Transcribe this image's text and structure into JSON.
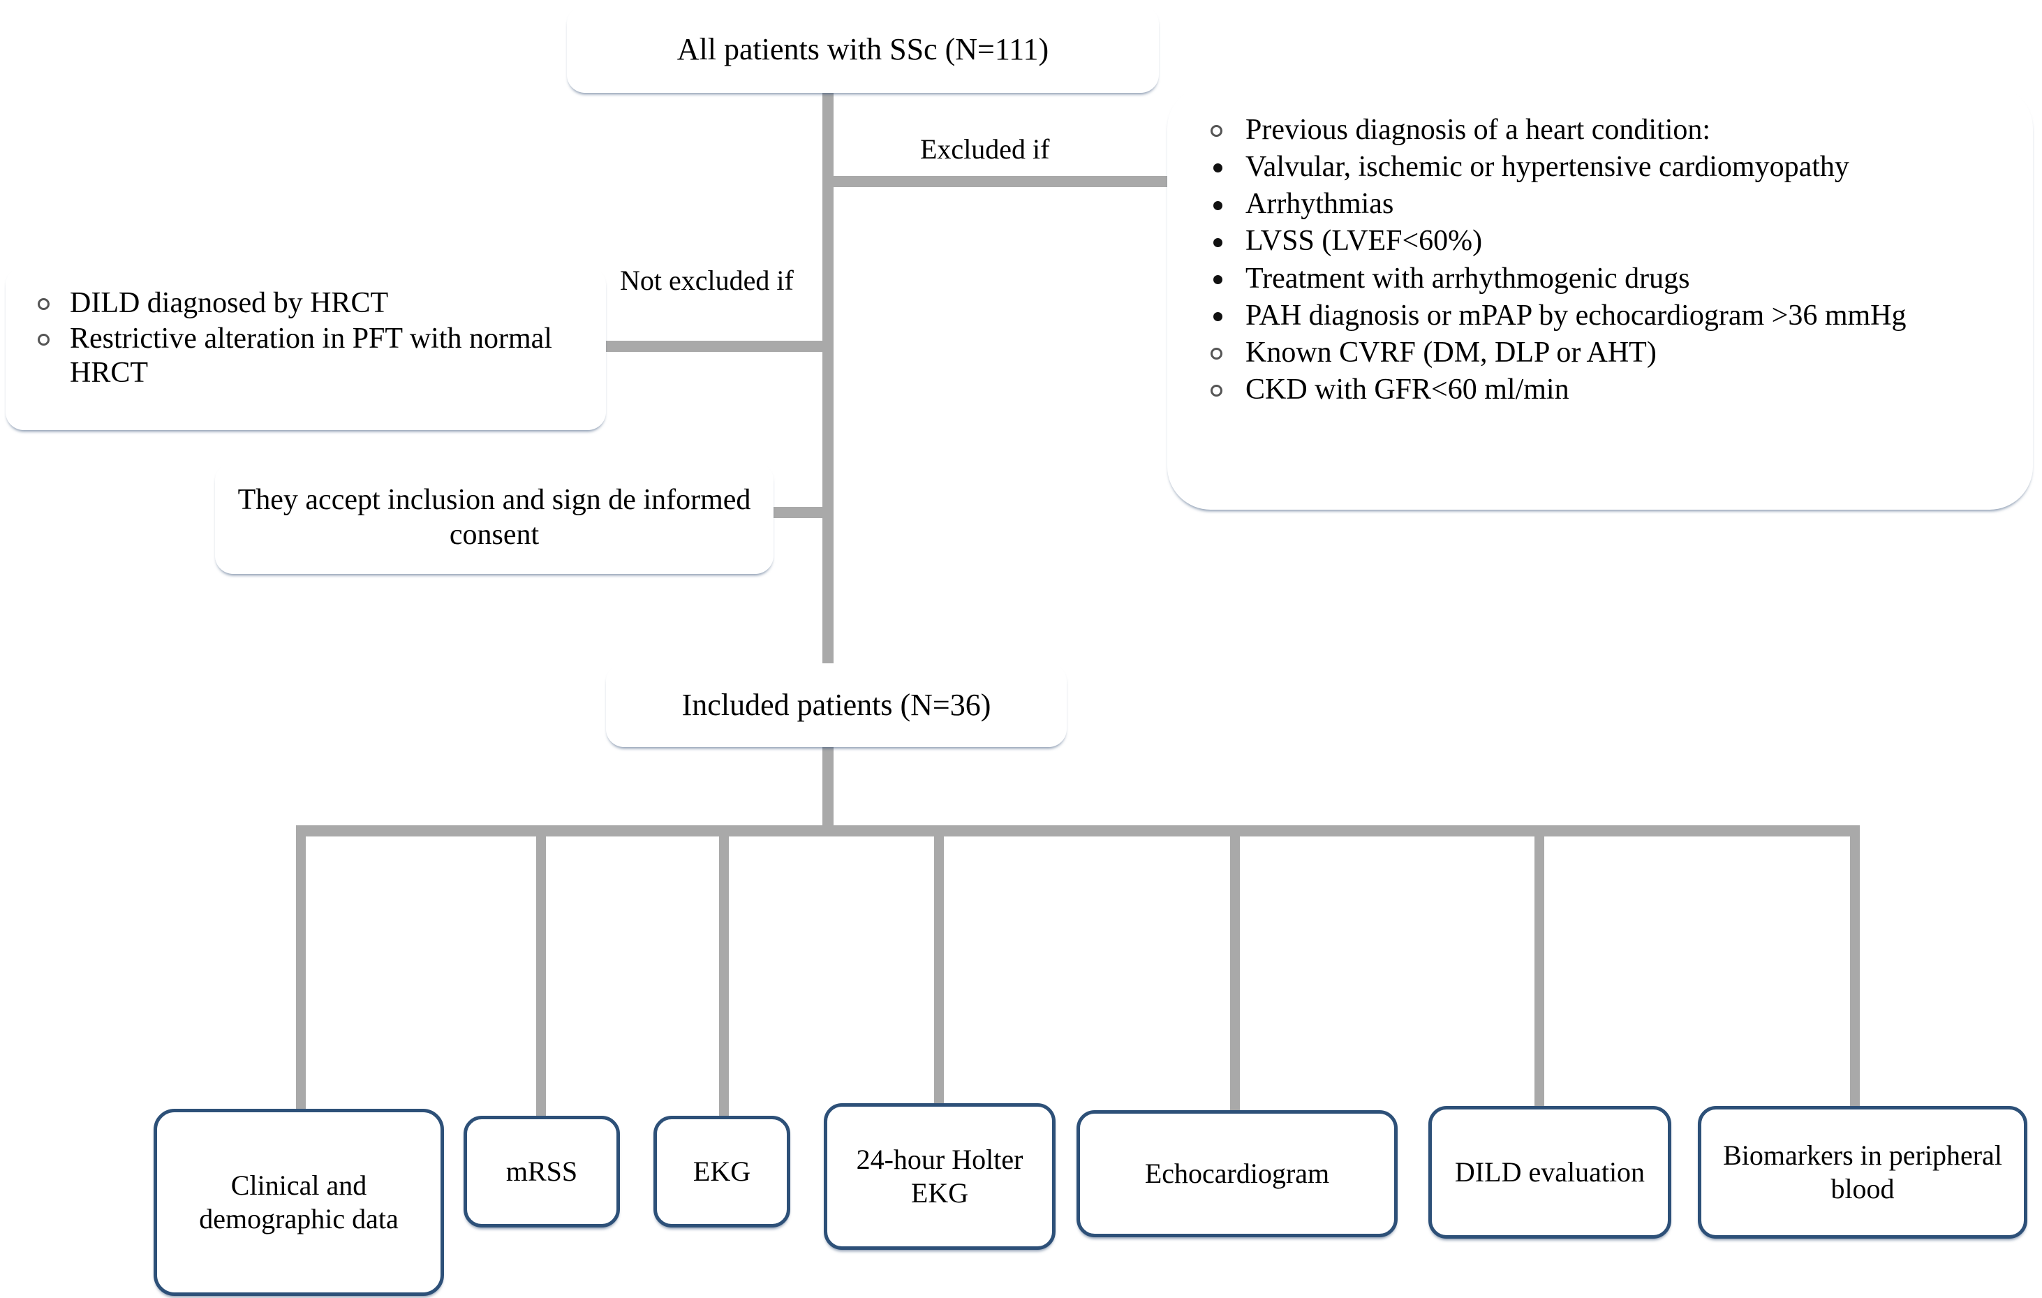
{
  "diagram": {
    "title": "SSc patient selection flowchart",
    "colors": {
      "box_border": "#2d5078",
      "connector": "#a9a9a9",
      "background": "#ffffff",
      "text": "#000000"
    }
  },
  "nodes": {
    "all_patients": {
      "label": "All patients with SSc (N=111)"
    },
    "included_patients": {
      "label": "Included patients (N=36)"
    },
    "consent": {
      "label": "They accept inclusion and sign de informed consent"
    }
  },
  "edge_labels": {
    "excluded_if": "Excluded if",
    "not_excluded_if": "Not excluded if"
  },
  "exclusion_criteria": [
    {
      "marker": "hollow",
      "text": "Previous diagnosis of a heart condition:"
    },
    {
      "marker": "solid",
      "text": "Valvular, ischemic or hypertensive cardiomyopathy"
    },
    {
      "marker": "solid",
      "text": "Arrhythmias"
    },
    {
      "marker": "solid",
      "text": "LVSS (LVEF<60%)"
    },
    {
      "marker": "solid",
      "text": "Treatment with arrhythmogenic drugs"
    },
    {
      "marker": "solid",
      "text": "PAH diagnosis or mPAP by echocardiogram >36 mmHg"
    },
    {
      "marker": "hollow",
      "text": "Known CVRF (DM, DLP or AHT)"
    },
    {
      "marker": "hollow",
      "text": "CKD with GFR<60 ml/min"
    }
  ],
  "inclusion_criteria": [
    {
      "marker": "hollow",
      "text": "DILD diagnosed by HRCT"
    },
    {
      "marker": "hollow",
      "text": "Restrictive alteration in PFT with normal HRCT"
    }
  ],
  "assessments": [
    {
      "label": "Clinical and demographic data"
    },
    {
      "label": "mRSS"
    },
    {
      "label": "EKG"
    },
    {
      "label": "24-hour Holter EKG"
    },
    {
      "label": "Echocardiogram"
    },
    {
      "label": "DILD evaluation"
    },
    {
      "label": "Biomarkers in peripheral blood"
    }
  ]
}
